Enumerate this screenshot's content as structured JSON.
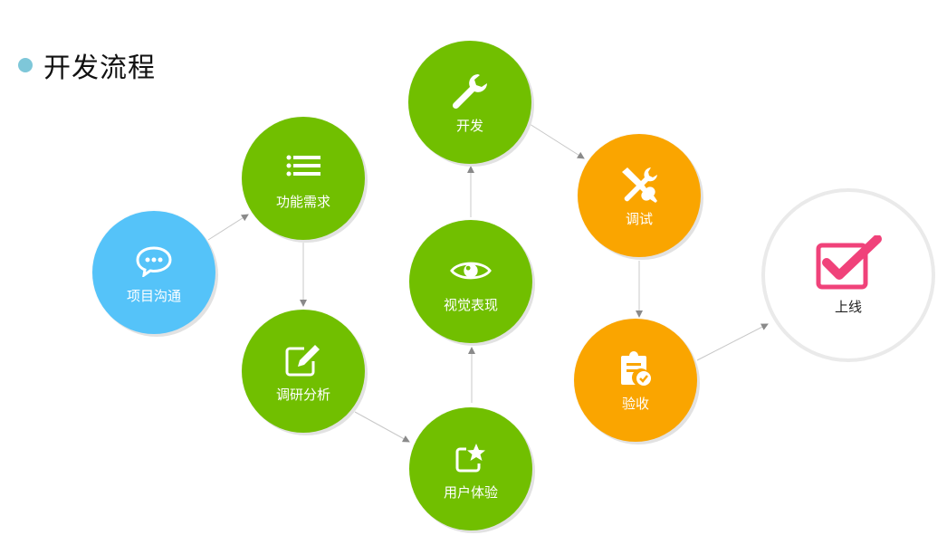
{
  "title": "开发流程",
  "nodes": {
    "communicate": {
      "label": "项目沟通",
      "icon": "chat-bubble-icon",
      "color": "#55c3f9"
    },
    "requirements": {
      "label": "功能需求",
      "icon": "list-icon",
      "color": "#71bf00"
    },
    "research": {
      "label": "调研分析",
      "icon": "edit-icon",
      "color": "#71bf00"
    },
    "ux": {
      "label": "用户体验",
      "icon": "star-icon",
      "color": "#71bf00"
    },
    "visual": {
      "label": "视觉表现",
      "icon": "eye-icon",
      "color": "#71bf00"
    },
    "develop": {
      "label": "开发",
      "icon": "wrench-icon",
      "color": "#71bf00"
    },
    "debug": {
      "label": "调试",
      "icon": "tools-icon",
      "color": "#faa500"
    },
    "acceptance": {
      "label": "验收",
      "icon": "clipboard-check-icon",
      "color": "#faa500"
    },
    "launch": {
      "label": "上线",
      "icon": "checkbox-icon",
      "color": "#f0427a"
    }
  }
}
